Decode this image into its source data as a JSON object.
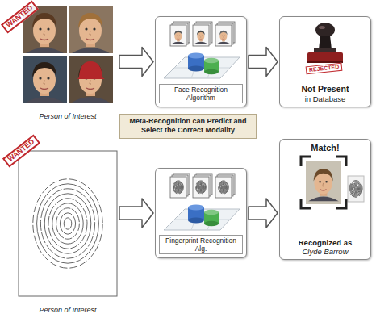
{
  "diagram": {
    "nodes": [
      {
        "text": [
          "Person of Interest"
        ]
      },
      {
        "text": [
          "Face Recognition Algorithm"
        ]
      },
      {
        "text": [
          "Not Present",
          "in Database"
        ]
      },
      {
        "text": [
          "Meta-Recognition can Predict and Select the Correct Modality"
        ]
      },
      {
        "text": [
          "Person of Interest"
        ]
      },
      {
        "text": [
          "Fingerprint Recognition Alg."
        ]
      },
      {
        "text": [
          "Match!",
          "Recognized as",
          "Clyde Barrow"
        ]
      }
    ],
    "edges": [
      {
        "from": 0,
        "to": 1,
        "arrow": "to"
      },
      {
        "from": 1,
        "to": 2,
        "arrow": "to"
      },
      {
        "from": 4,
        "to": 5,
        "arrow": "to"
      },
      {
        "from": 5,
        "to": 6,
        "arrow": "to"
      }
    ],
    "labels": [
      "WANTED",
      "REJECTED",
      "WANTED"
    ]
  }
}
